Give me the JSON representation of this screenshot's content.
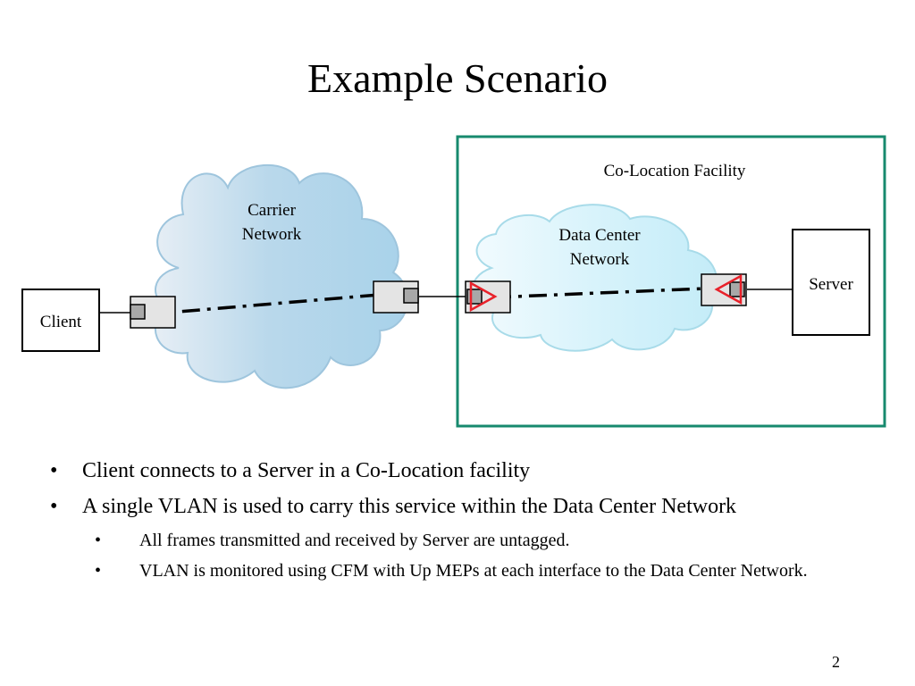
{
  "title": "Example Scenario",
  "diagram": {
    "colocation_label": "Co-Location Facility",
    "carrier_label": [
      "Carrier",
      "Network"
    ],
    "datacenter_label": [
      "Data Center",
      "Network"
    ],
    "client_label": "Client",
    "server_label": "Server",
    "colors": {
      "facility_border": "#178a6e",
      "carrier_cloud": "#b6d6ea",
      "datacenter_cloud": "#d4f2fb",
      "mep_red": "#e8212a",
      "port_gray": "#d4d4d4"
    }
  },
  "bullets": [
    {
      "level": 1,
      "marker": "•",
      "text": "Client connects to a Server in a Co-Location facility"
    },
    {
      "level": 1,
      "marker": "•",
      "text": "A single VLAN is used to carry this service within the Data Center Network"
    },
    {
      "level": 2,
      "marker": "•",
      "text": "All frames transmitted and received by Server are untagged."
    },
    {
      "level": 2,
      "marker": "•",
      "text": "VLAN is monitored using CFM with Up MEPs at each interface to the Data Center Network."
    }
  ],
  "page_number": "2"
}
